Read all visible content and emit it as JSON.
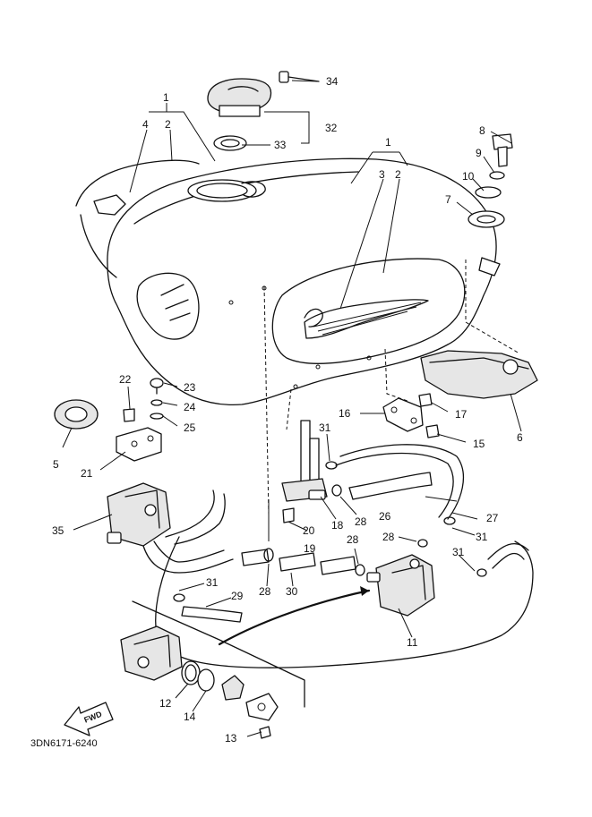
{
  "diagram": {
    "part_code": "3DN6171-6240",
    "fwd_label": "FWD",
    "callouts": {
      "c1a": "1",
      "c2a": "2",
      "c4": "4",
      "c1b": "1",
      "c3b": "3",
      "c2b": "2",
      "c34": "34",
      "c32": "32",
      "c33": "33",
      "c8": "8",
      "c9": "9",
      "c10": "10",
      "c7": "7",
      "c22": "22",
      "c23": "23",
      "c24": "24",
      "c25": "25",
      "c5": "5",
      "c21": "21",
      "c35": "35",
      "c16": "16",
      "c17": "17",
      "c15": "15",
      "c6": "6",
      "c31a": "31",
      "c18": "18",
      "c20": "20",
      "c19": "19",
      "c28a": "28",
      "c26": "26",
      "c27": "27",
      "c28b": "28",
      "c31b": "31",
      "c31c": "31",
      "c28c": "28",
      "c28d": "28",
      "c30": "30",
      "c31d": "31",
      "c29": "29",
      "c11": "11",
      "c12": "12",
      "c14": "14",
      "c13": "13"
    }
  }
}
